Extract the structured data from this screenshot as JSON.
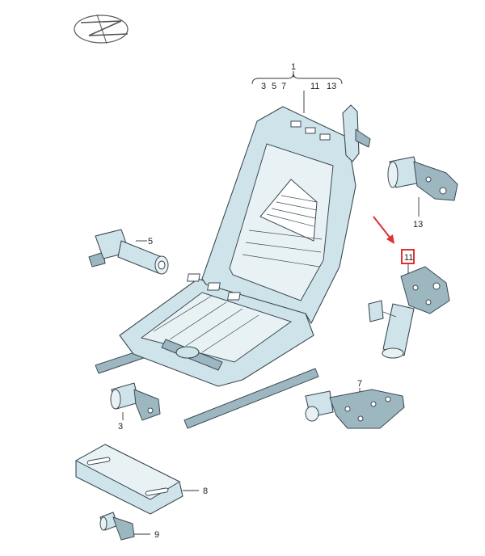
{
  "labels": {
    "assembly": "1",
    "sub_3": "3",
    "sub_5": "5",
    "sub_7": "7",
    "sub_11": "11",
    "sub_13": "13",
    "part_13": "13",
    "part_5": "5",
    "part_11": "11",
    "part_7": "7",
    "part_3": "3",
    "part_8": "8",
    "part_9": "9"
  },
  "colors": {
    "highlight": "#e03030",
    "part_fill": "#cfe3ea"
  },
  "icons": {
    "logo": "vw-audi-parts-logo",
    "arrow": "red-pointer-arrow"
  }
}
